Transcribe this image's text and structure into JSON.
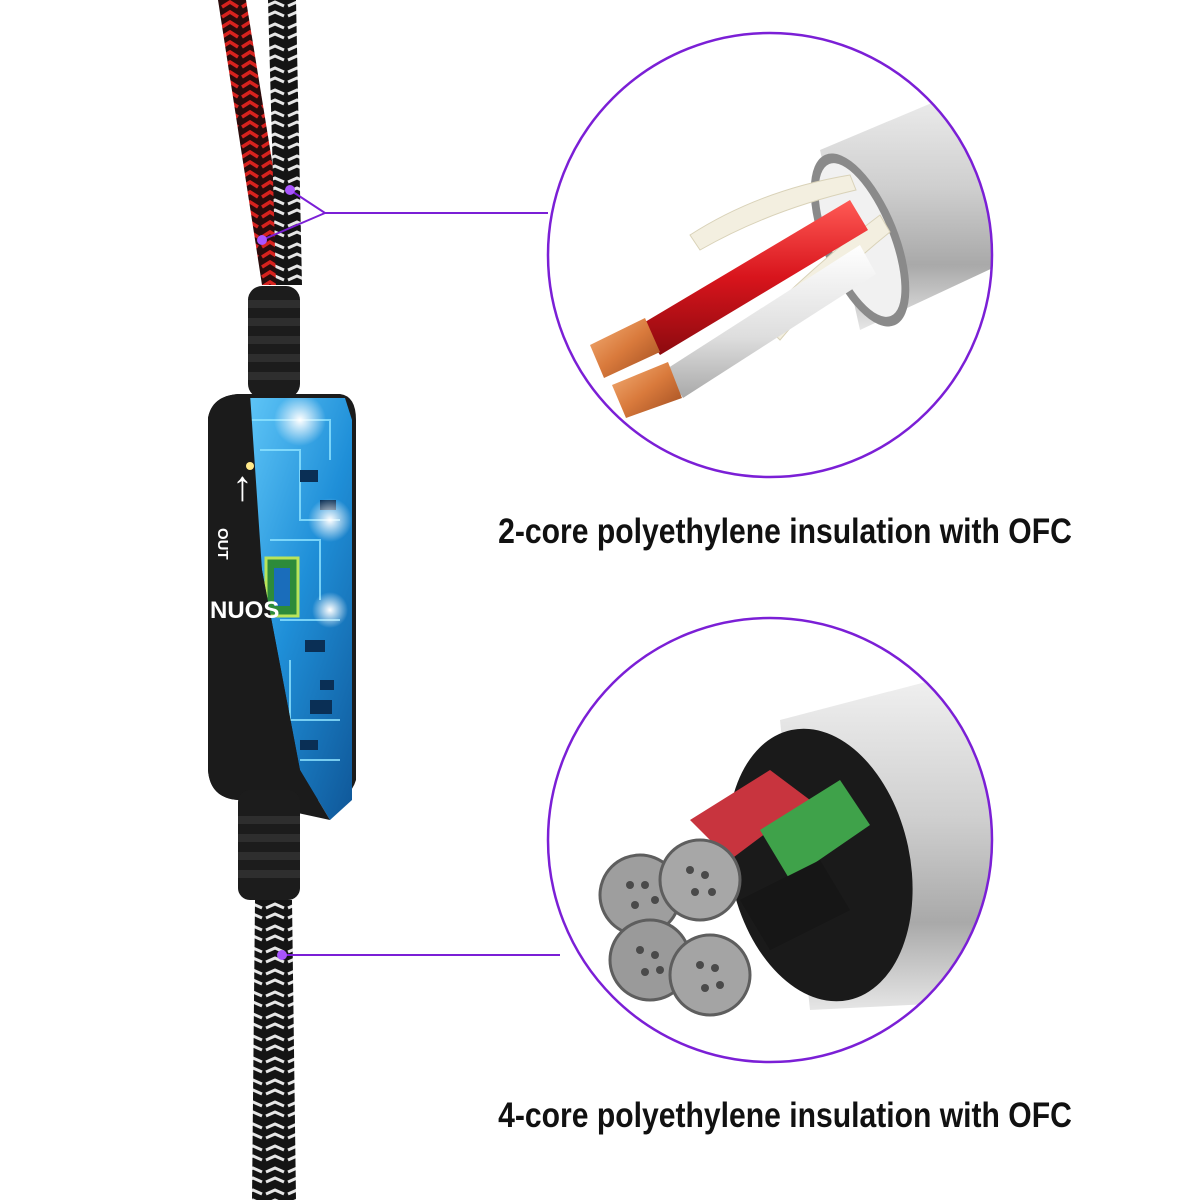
{
  "captions": {
    "top": "2-core polyethylene insulation with OFC",
    "bottom": "4-core polyethylene insulation with OFC"
  },
  "device": {
    "brand_text": "NUOS",
    "out_label": "OUT",
    "out_arrow": "↑"
  },
  "colors": {
    "callout_purple": "#7b1fd6",
    "red_wire": "#d8141c",
    "green_wire": "#3fa24a",
    "copper": "#d97a3c",
    "pcb_blue": "#2aa3e6",
    "housing_black": "#1b1b1b"
  }
}
